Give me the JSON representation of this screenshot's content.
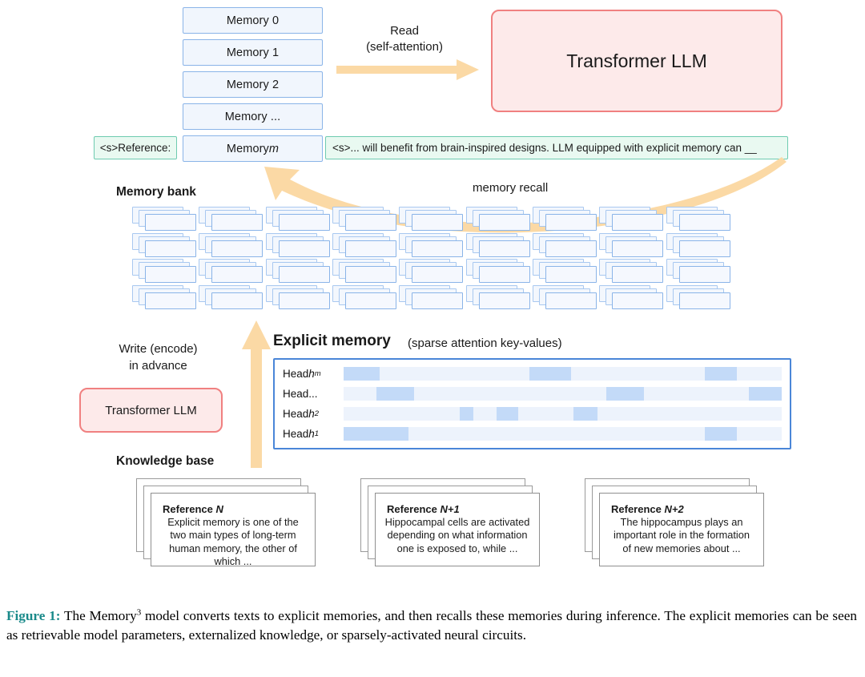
{
  "figure": {
    "caption_label": "Figure 1:",
    "caption_text_1": " The Memory",
    "caption_sup": "3",
    "caption_text_2": " model converts texts to explicit memories, and then recalls these memories during inference. The explicit memories can be seen as retrievable model parameters, externalized knowledge, or sparsely-activated neural circuits.",
    "caption_color": "#1a8a8a"
  },
  "top": {
    "memory_items": [
      {
        "label": "Memory 0",
        "italic": ""
      },
      {
        "label": "Memory 1",
        "italic": ""
      },
      {
        "label": "Memory 2",
        "italic": ""
      },
      {
        "label": "Memory ...",
        "italic": ""
      },
      {
        "label": "Memory ",
        "italic": "m"
      }
    ],
    "reference_prompt": "<s>Reference:",
    "generated_text": "<s>... will benefit from brain-inspired designs. LLM equipped with explicit memory can __",
    "read_arrow_label_line1": "Read",
    "read_arrow_label_line2": "(self-attention)",
    "llm_label": "Transformer LLM"
  },
  "bank": {
    "title": "Memory bank",
    "recall_label": "memory recall",
    "columns": 9,
    "rows": 4
  },
  "write": {
    "label_line1": "Write (encode)",
    "label_line2": "in advance",
    "llm_label": "Transformer LLM"
  },
  "explicit": {
    "title": "Explicit memory",
    "subtitle": "(sparse attention key-values)",
    "heads": [
      {
        "prefix": "Head ",
        "name": "h",
        "sub": "m",
        "segments": [
          {
            "x": 0.0,
            "w": 0.082
          },
          {
            "x": 0.424,
            "w": 0.095
          },
          {
            "x": 0.825,
            "w": 0.072
          }
        ]
      },
      {
        "prefix": "Head ",
        "name": "...",
        "sub": "",
        "segments": [
          {
            "x": 0.075,
            "w": 0.085
          },
          {
            "x": 0.6,
            "w": 0.085
          },
          {
            "x": 0.925,
            "w": 0.075
          }
        ]
      },
      {
        "prefix": "Head ",
        "name": "h",
        "sub": "2",
        "segments": [
          {
            "x": 0.265,
            "w": 0.032
          },
          {
            "x": 0.35,
            "w": 0.048
          },
          {
            "x": 0.525,
            "w": 0.055
          }
        ]
      },
      {
        "prefix": "Head ",
        "name": "h",
        "sub": "1",
        "segments": [
          {
            "x": 0.0,
            "w": 0.148
          },
          {
            "x": 0.825,
            "w": 0.072
          }
        ]
      }
    ]
  },
  "knowledge": {
    "title": "Knowledge base",
    "references": [
      {
        "title_prefix": "Reference ",
        "title_var": "N",
        "body": "Explicit memory is one of the two main types of long-term human memory, the other of which ..."
      },
      {
        "title_prefix": "Reference ",
        "title_var": "N+1",
        "body": "Hippocampal cells are activated depending on what information one is exposed to, while ..."
      },
      {
        "title_prefix": "Reference ",
        "title_var": "N+2",
        "body": "The hippocampus plays an important role in the formation of new memories about ..."
      }
    ]
  },
  "colors": {
    "memory_fill": "#f1f6fd",
    "memory_border": "#8ab4e8",
    "green_fill": "#e9f9f1",
    "green_border": "#6ecbb0",
    "llm_fill": "#fdeaea",
    "llm_border": "#f08080",
    "arrow": "#fbd9a5",
    "panel_border": "#4a86d8",
    "segment": "#c3daf8",
    "track": "#edf3fc"
  }
}
